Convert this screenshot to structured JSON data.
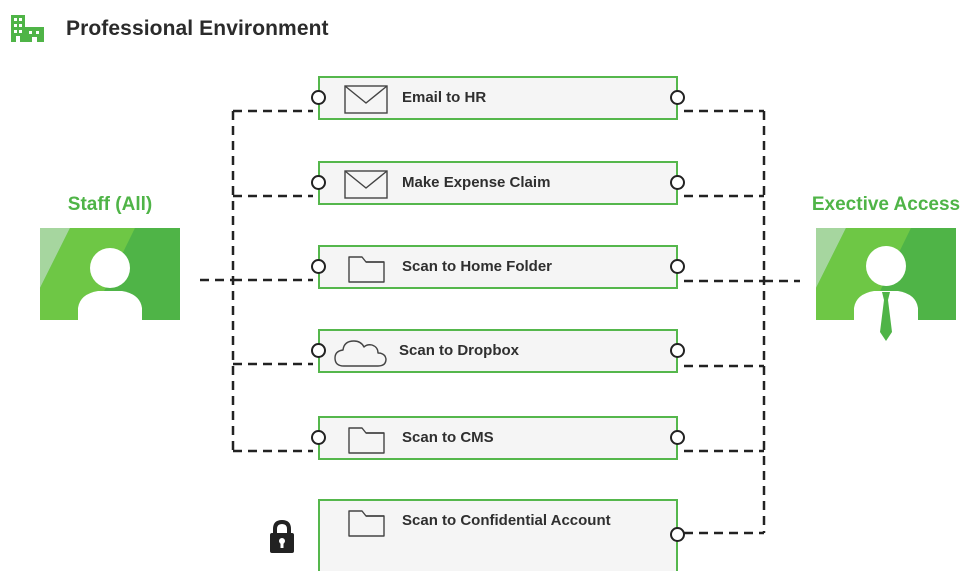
{
  "header": {
    "title": "Professional Environment",
    "icon": "building-icon"
  },
  "actors": {
    "staff": {
      "title": "Staff (All)",
      "icon": "person-icon"
    },
    "executive": {
      "title": "Exective Access",
      "icon": "person-with-tie-icon"
    }
  },
  "actions": [
    {
      "label": "Email to HR",
      "icon": "envelope-icon",
      "access": [
        "Staff (All)",
        "Exective Access"
      ]
    },
    {
      "label": "Make Expense Claim",
      "icon": "envelope-icon",
      "access": [
        "Staff (All)",
        "Exective Access"
      ]
    },
    {
      "label": "Scan to Home Folder",
      "icon": "folder-icon",
      "access": [
        "Staff (All)",
        "Exective Access"
      ]
    },
    {
      "label": "Scan to Dropbox",
      "icon": "cloud-icon",
      "access": [
        "Staff (All)",
        "Exective Access"
      ]
    },
    {
      "label": "Scan to CMS",
      "icon": "folder-icon",
      "access": [
        "Staff (All)",
        "Exective Access"
      ]
    },
    {
      "label": "Scan to Confidential Account",
      "icon": "folder-icon",
      "access": [
        "Exective Access"
      ],
      "locked": true
    }
  ],
  "colors": {
    "accent": "#4fb447",
    "box_border": "#55b74c",
    "box_fill": "#f5f5f5",
    "connector": "#222222"
  }
}
